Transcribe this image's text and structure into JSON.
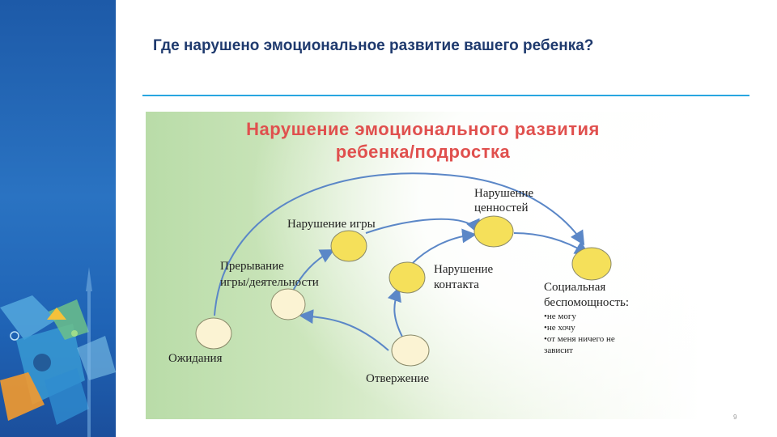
{
  "slide": {
    "title": "Где нарушено эмоциональное развитие вашего ребенка?",
    "page_number": "9",
    "accent_color": "#29a6e0",
    "sidebar_color": "#1f63b5"
  },
  "figure": {
    "title_line1": "Нарушение эмоционального развития",
    "title_line2": "ребенка/подростка",
    "nodes": {
      "expectations": "Ожидания",
      "interruption_line1": "Прерывание",
      "interruption_line2": "игры/деятельности",
      "play": "Нарушение игры",
      "values_line1": "Нарушение",
      "values_line2": "ценностей",
      "contact_line1": "Нарушение",
      "contact_line2": "контакта",
      "rejection": "Отвержение",
      "helplessness_line1": "Социальная",
      "helplessness_line2": "беспомощность:"
    },
    "helplessness_items": [
      "•не могу",
      "•не хочу",
      "•от меня ничего не",
      "зависит"
    ],
    "colors": {
      "title": "#e0504e",
      "node_yellow": "#f5e05a",
      "node_pale": "#fbf3d3",
      "arrow": "#5b87c7"
    }
  }
}
